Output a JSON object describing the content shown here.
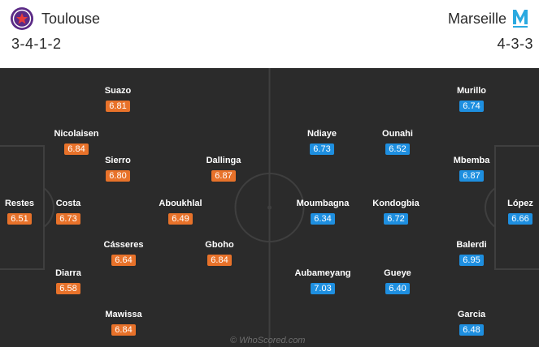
{
  "home": {
    "name": "Toulouse",
    "formation": "3-4-1-2",
    "crest_icon": "toulouse-crest-icon",
    "rating_color": "#e8722a",
    "players": [
      {
        "name": "Restes",
        "rating": "6.51"
      },
      {
        "name": "Nicolaisen",
        "rating": "6.84"
      },
      {
        "name": "Costa",
        "rating": "6.73"
      },
      {
        "name": "Diarra",
        "rating": "6.58"
      },
      {
        "name": "Suazo",
        "rating": "6.81"
      },
      {
        "name": "Sierro",
        "rating": "6.80"
      },
      {
        "name": "Cásseres",
        "rating": "6.64"
      },
      {
        "name": "Mawissa",
        "rating": "6.84"
      },
      {
        "name": "Aboukhlal",
        "rating": "6.49"
      },
      {
        "name": "Dallinga",
        "rating": "6.87"
      },
      {
        "name": "Gboho",
        "rating": "6.84"
      }
    ]
  },
  "away": {
    "name": "Marseille",
    "formation": "4-3-3",
    "crest_icon": "marseille-crest-icon",
    "rating_color": "#1e8fe0",
    "players": [
      {
        "name": "López",
        "rating": "6.66"
      },
      {
        "name": "Murillo",
        "rating": "6.74"
      },
      {
        "name": "Mbemba",
        "rating": "6.87"
      },
      {
        "name": "Balerdi",
        "rating": "6.95"
      },
      {
        "name": "Garcia",
        "rating": "6.48"
      },
      {
        "name": "Ounahi",
        "rating": "6.52"
      },
      {
        "name": "Kondogbia",
        "rating": "6.72"
      },
      {
        "name": "Gueye",
        "rating": "6.40"
      },
      {
        "name": "Ndiaye",
        "rating": "6.73"
      },
      {
        "name": "Moumbagna",
        "rating": "6.34"
      },
      {
        "name": "Aubameyang",
        "rating": "7.03"
      }
    ]
  },
  "watermark": "© WhoScored.com",
  "pitch_color": "#2b2b2b"
}
